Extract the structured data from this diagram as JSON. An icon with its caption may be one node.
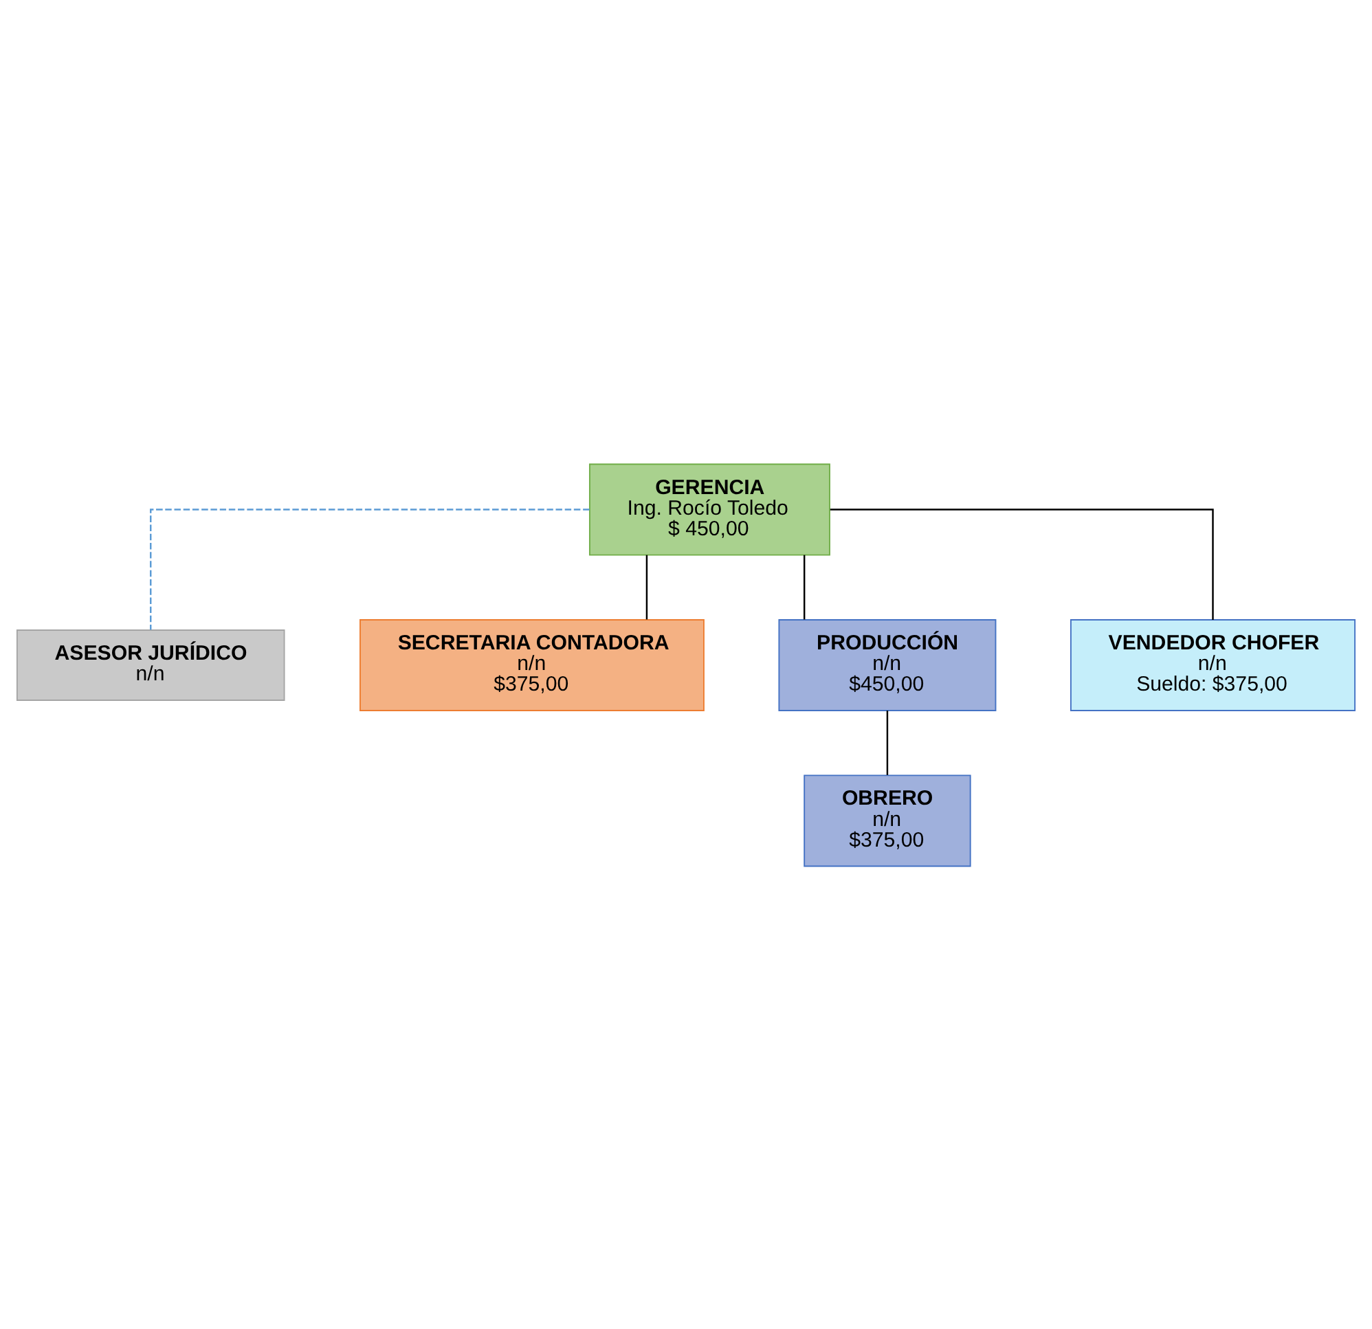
{
  "diagram": {
    "nodes": [
      {
        "text": [
          "GERENCIA",
          "Ing. Rocío Toledo",
          "$ 450,00"
        ]
      },
      {
        "text": [
          "ASESOR JURÍDICO",
          "n/n"
        ]
      },
      {
        "text": [
          "SECRETARIA CONTADORA",
          "n/n",
          "$375,00"
        ]
      },
      {
        "text": [
          "PRODUCCIÓN",
          "n/n",
          "$450,00"
        ]
      },
      {
        "text": [
          "VENDEDOR CHOFER",
          "n/n",
          "Sueldo: $375,00"
        ]
      },
      {
        "text": [
          "OBRERO",
          "n/n",
          "$375,00"
        ]
      }
    ],
    "edges": [
      {
        "from": 0,
        "to": 1,
        "arrow": "none",
        "style": "dashed",
        "color": "#5b9bd5"
      },
      {
        "from": 0,
        "to": 2,
        "arrow": "none"
      },
      {
        "from": 0,
        "to": 3,
        "arrow": "none"
      },
      {
        "from": 0,
        "to": 4,
        "arrow": "none"
      },
      {
        "from": 3,
        "to": 5,
        "arrow": "none"
      }
    ]
  }
}
